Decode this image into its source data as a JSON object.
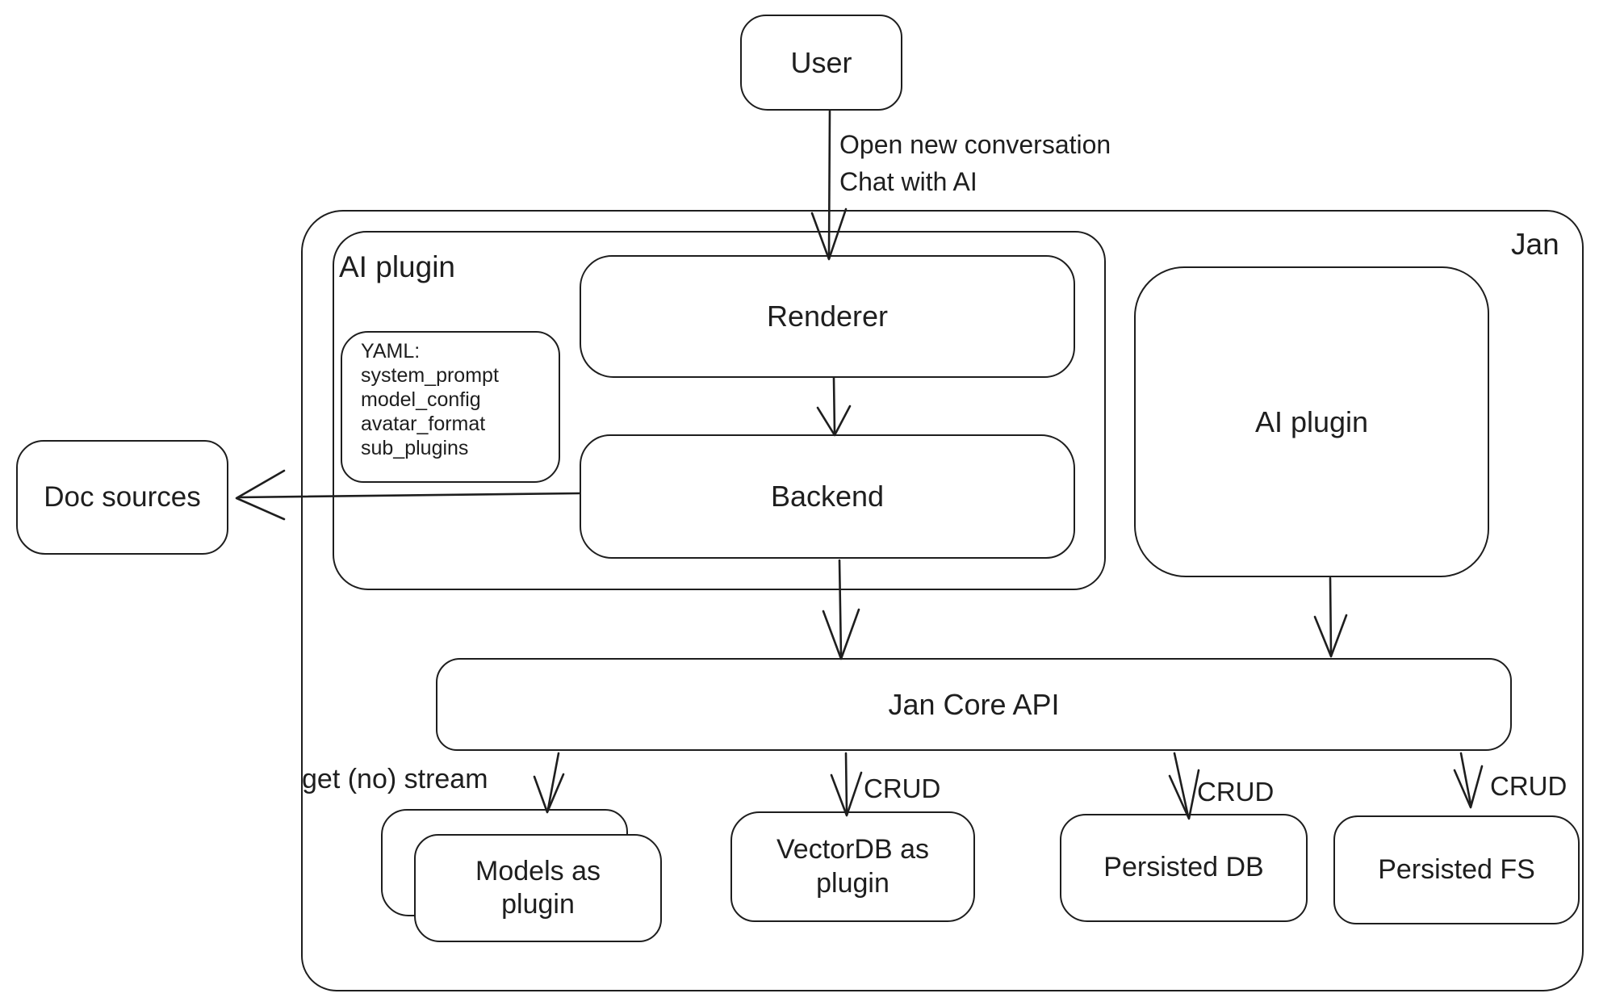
{
  "diagram": {
    "outer_label": "Jan",
    "nodes": {
      "user": {
        "label": "User"
      },
      "ai_plugin_left": {
        "label": "AI plugin"
      },
      "yaml_note": {
        "lines": [
          "YAML:",
          "system_prompt",
          "model_config",
          "avatar_format",
          "sub_plugins"
        ]
      },
      "renderer": {
        "label": "Renderer"
      },
      "backend": {
        "label": "Backend"
      },
      "doc_sources": {
        "label": "Doc sources"
      },
      "ai_plugin_right": {
        "label": "AI plugin"
      },
      "jan_core_api": {
        "label": "Jan Core API"
      },
      "models_plugin": {
        "label": "Models as plugin"
      },
      "vectordb_plugin": {
        "label": "VectorDB as plugin"
      },
      "persisted_db": {
        "label": "Persisted DB"
      },
      "persisted_fs": {
        "label": "Persisted FS"
      }
    },
    "edges": {
      "user_to_renderer": {
        "label_lines": [
          "Open new conversation",
          "Chat with AI"
        ]
      },
      "jancore_to_models": {
        "label": "get (no) stream"
      },
      "jancore_to_vectordb": {
        "label": "CRUD"
      },
      "jancore_to_persisted_db": {
        "label": "CRUD"
      },
      "jancore_to_persisted_fs": {
        "label": "CRUD"
      }
    },
    "colors": {
      "stroke": "#1e1e1e",
      "background": "#ffffff"
    }
  }
}
